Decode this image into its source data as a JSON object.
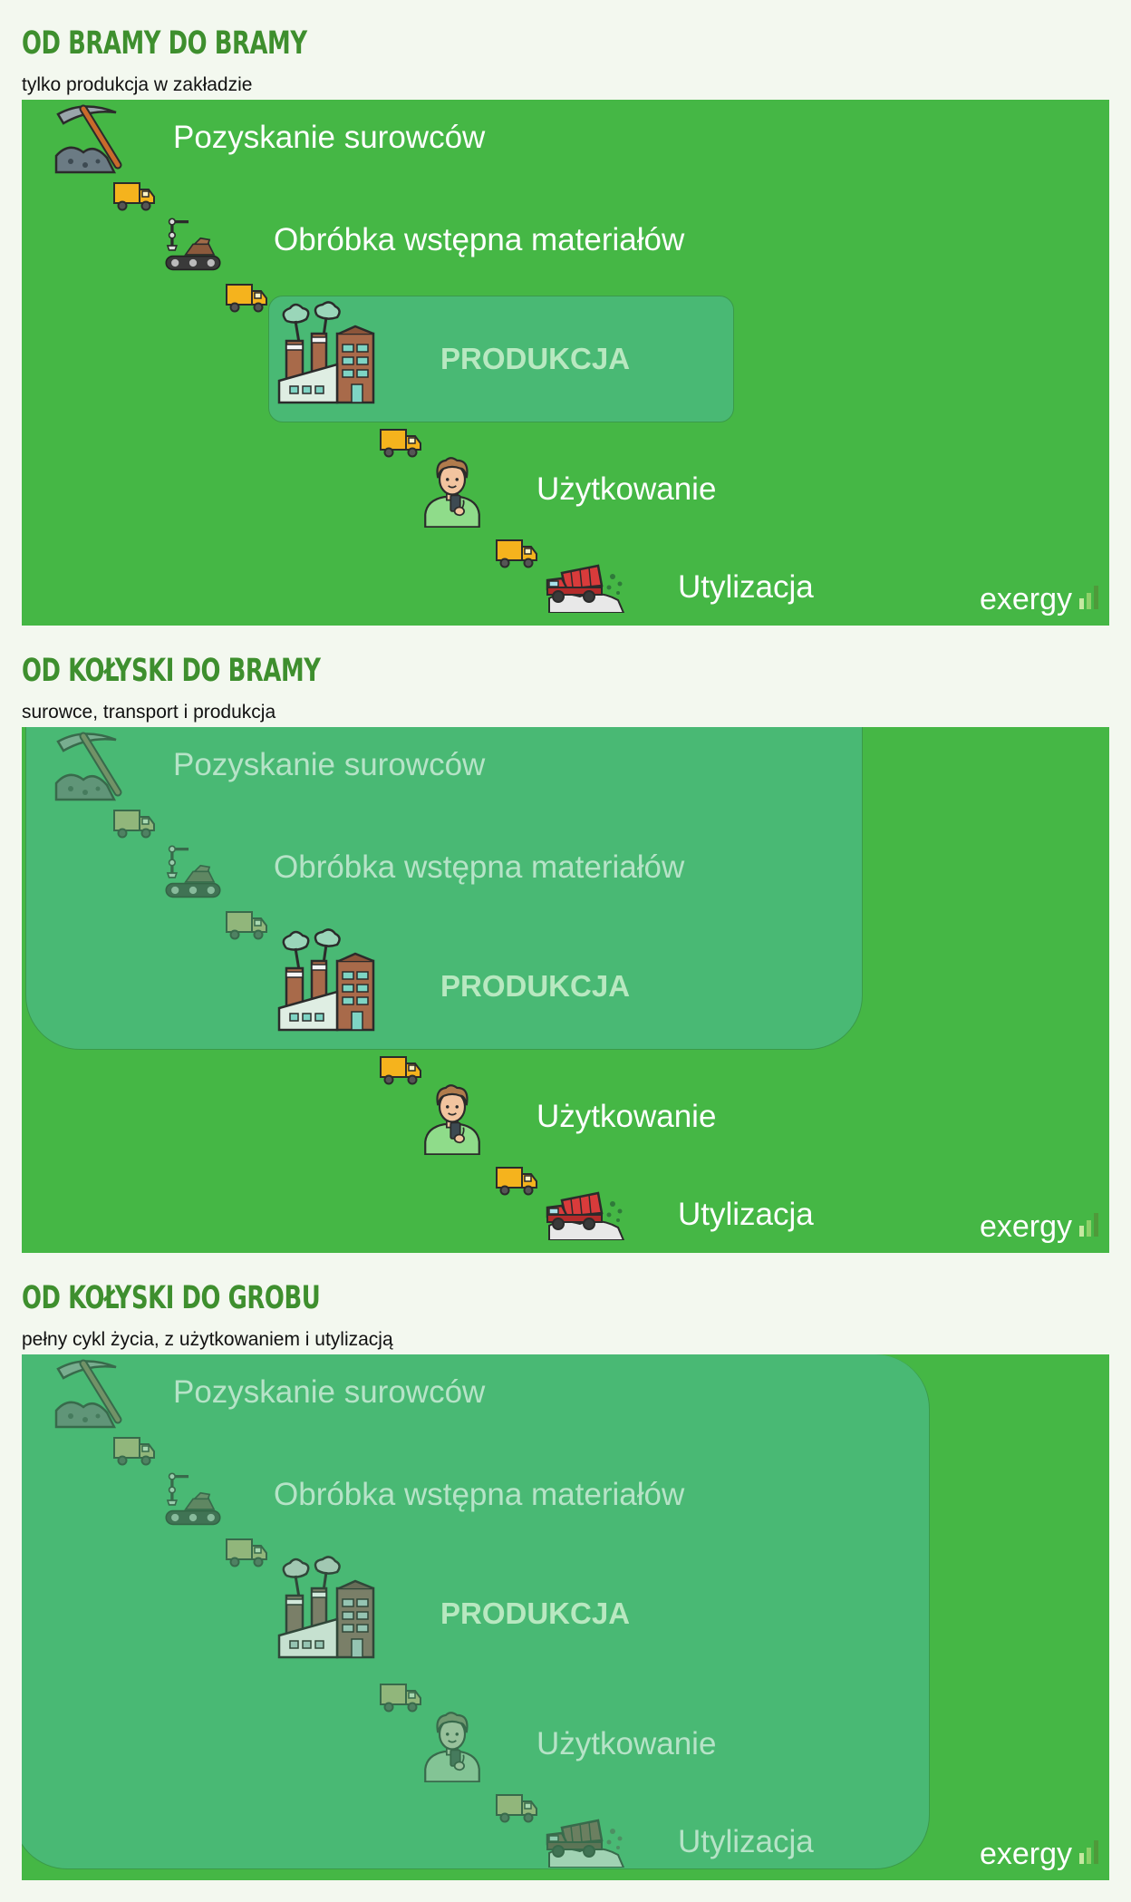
{
  "sections": [
    {
      "title": "OD BRAMY DO BRAMY",
      "subtitle": "tylko produkcja w zakładzie"
    },
    {
      "title": "OD KOŁYSKI DO BRAMY",
      "subtitle": "surowce, transport i produkcja"
    },
    {
      "title": "OD KOŁYSKI DO GROBU",
      "subtitle": "pełny cykl życia, z użytkowaniem i utylizacją"
    }
  ],
  "stages": {
    "raw": "Pozyskanie surowców",
    "processing": "Obróbka wstępna materiałów",
    "production": "PRODUKCJA",
    "use": "Użytkowanie",
    "disposal": "Utylizacja"
  },
  "icons": {
    "raw": "pickaxe-icon",
    "processing": "conveyor-robot-icon",
    "production": "factory-icon",
    "use": "person-with-phone-icon",
    "disposal": "garbage-truck-icon",
    "transport": "delivery-truck-icon"
  },
  "logo": {
    "text": "exergy",
    "bar_colors": [
      "#c6e8a0",
      "#8fd16a",
      "#4f9a3a"
    ]
  },
  "colors": {
    "background": "#f3f8ef",
    "panel": "#45b745",
    "highlight": "#4ab97b",
    "title": "#3e8f2e"
  }
}
